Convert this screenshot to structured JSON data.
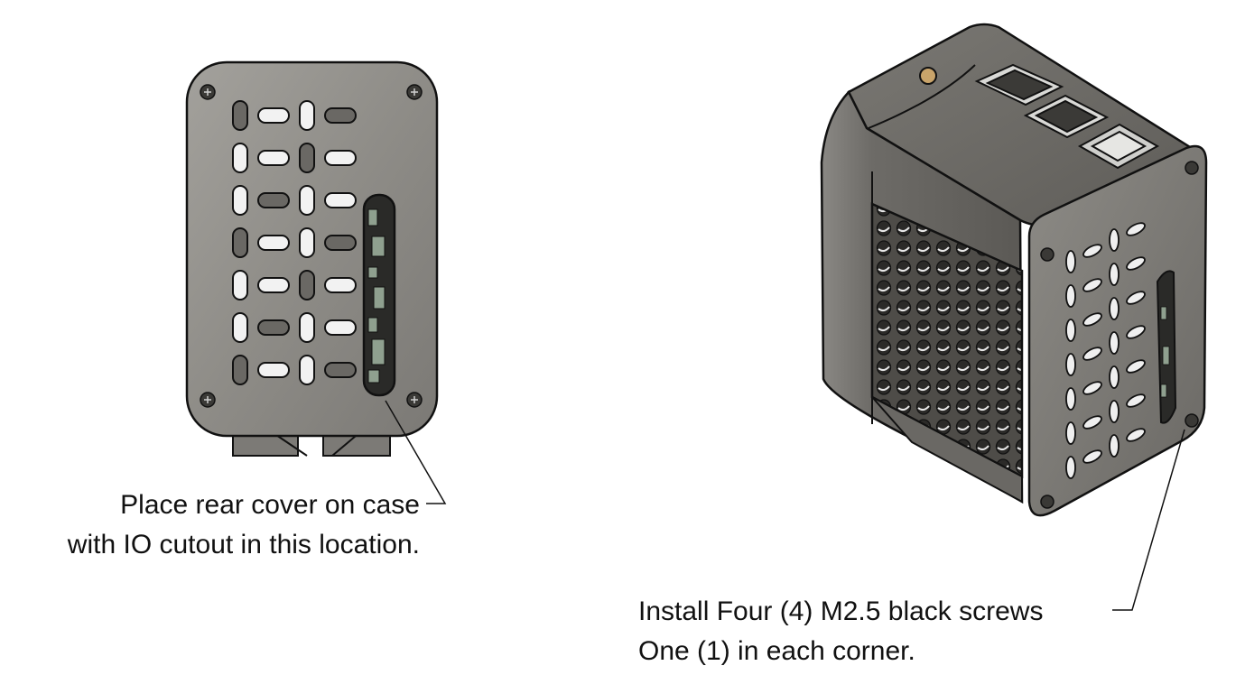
{
  "callouts": {
    "rear_cover": {
      "line1": "Place rear cover on case",
      "line2": "with IO cutout in this location."
    },
    "screws": {
      "line1": "Install Four (4) M2.5 black screws",
      "line2": "One (1) in each corner."
    }
  },
  "colors": {
    "panel_fill": "#8d8c87",
    "panel_light": "#a09e99",
    "body_fill": "#6f6d68",
    "body_dark": "#55534f",
    "outline": "#111111",
    "slot_fill": "#f2f2f2",
    "port_fill": "#9aa39b"
  }
}
